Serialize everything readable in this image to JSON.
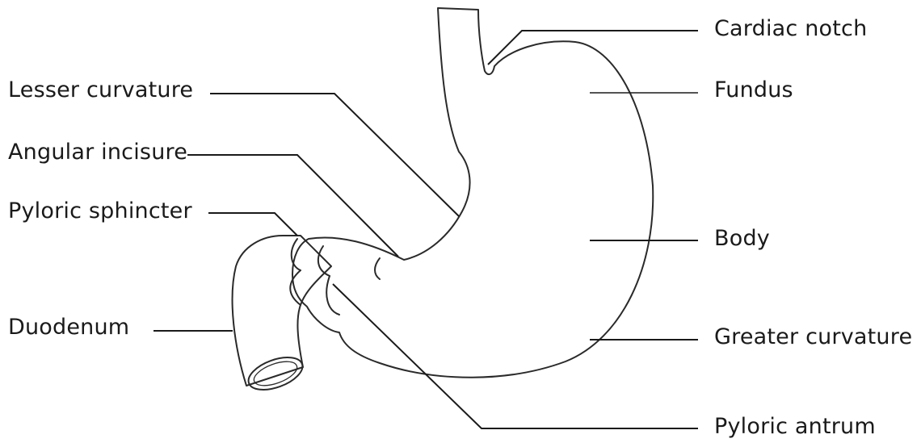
{
  "colors": {
    "tissue": "#D4B5A3",
    "outline": "#2A2A2A",
    "lumen": "#FFFFFF",
    "text": "#1A1A1A"
  },
  "labels": {
    "cardiac_notch": "Cardiac notch",
    "fundus": "Fundus",
    "lesser_curvature": "Lesser curvature",
    "angular_incisure": "Angular incisure",
    "pyloric_sphincter": "Pyloric sphincter",
    "body": "Body",
    "duodenum": "Duodenum",
    "greater_curvature": "Greater curvature",
    "pyloric_antrum": "Pyloric antrum"
  }
}
